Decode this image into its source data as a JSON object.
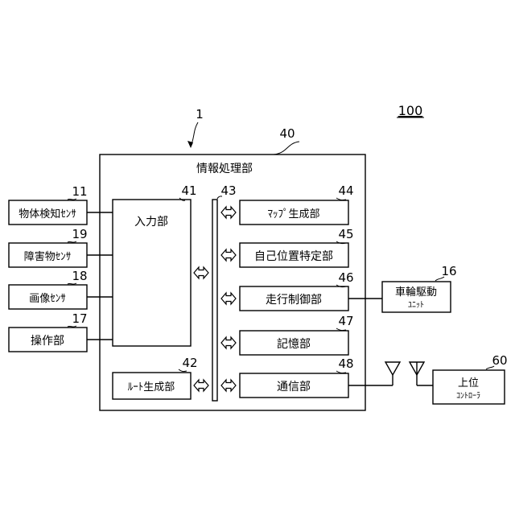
{
  "figure_number": "100",
  "device_ref": "1",
  "info_unit": {
    "ref": "40",
    "title": "情報処理部"
  },
  "input_unit": {
    "ref": "41",
    "label": "入力部"
  },
  "route_gen": {
    "ref": "42",
    "label": "ﾙｰﾄ生成部"
  },
  "bus_ref": "43",
  "internal_modules": [
    {
      "ref": "44",
      "label": "ﾏｯﾌﾟ生成部"
    },
    {
      "ref": "45",
      "label": "自己位置特定部"
    },
    {
      "ref": "46",
      "label": "走行制御部"
    },
    {
      "ref": "47",
      "label": "記憶部"
    },
    {
      "ref": "48",
      "label": "通信部"
    }
  ],
  "sensors": [
    {
      "ref": "11",
      "label": "物体検知ｾﾝｻ"
    },
    {
      "ref": "19",
      "label": "障害物ｾﾝｻ"
    },
    {
      "ref": "18",
      "label": "画像ｾﾝｻ"
    },
    {
      "ref": "17",
      "label": "操作部"
    }
  ],
  "wheel_drive": {
    "ref": "16",
    "line1": "車輪駆動",
    "line2": "ﾕﾆｯﾄ"
  },
  "controller": {
    "ref": "60",
    "line1": "上位",
    "line2": "ｺﾝﾄﾛｰﾗ"
  }
}
